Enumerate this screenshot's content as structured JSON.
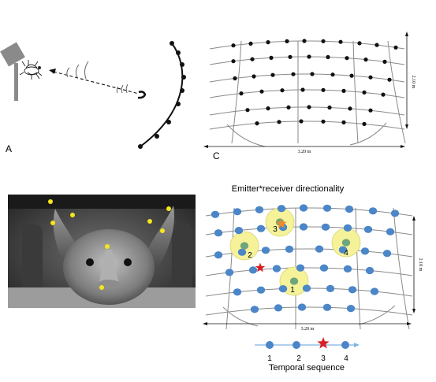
{
  "panel_a": {
    "label": "A"
  },
  "panel_c": {
    "label": "C",
    "width_label": "3.20 m",
    "height_label": "2.10 m"
  },
  "panel_b": {
    "image": "bat-face-photo"
  },
  "panel_d": {
    "title": "Emitter*receiver directionality",
    "width_label": "3.20 m",
    "height_label": "2.10 m",
    "receivers": [
      {
        "label": "1"
      },
      {
        "label": "2"
      },
      {
        "label": "3"
      },
      {
        "label": "4"
      }
    ],
    "sequence": {
      "caption": "Temporal sequence",
      "steps": [
        "1",
        "2",
        "3",
        "4"
      ]
    }
  },
  "colors": {
    "blue_dot": "#4a86c8",
    "yellow_zone": "#f5f29a",
    "green_dot": "#6fa57a",
    "red_star": "#d81f26",
    "orange_star": "#f08a2a",
    "arrow_blue": "#7fb5e0"
  },
  "icons": [
    "camera-on-tripod-icon",
    "insect-icon",
    "bat-icon",
    "star-icon"
  ]
}
